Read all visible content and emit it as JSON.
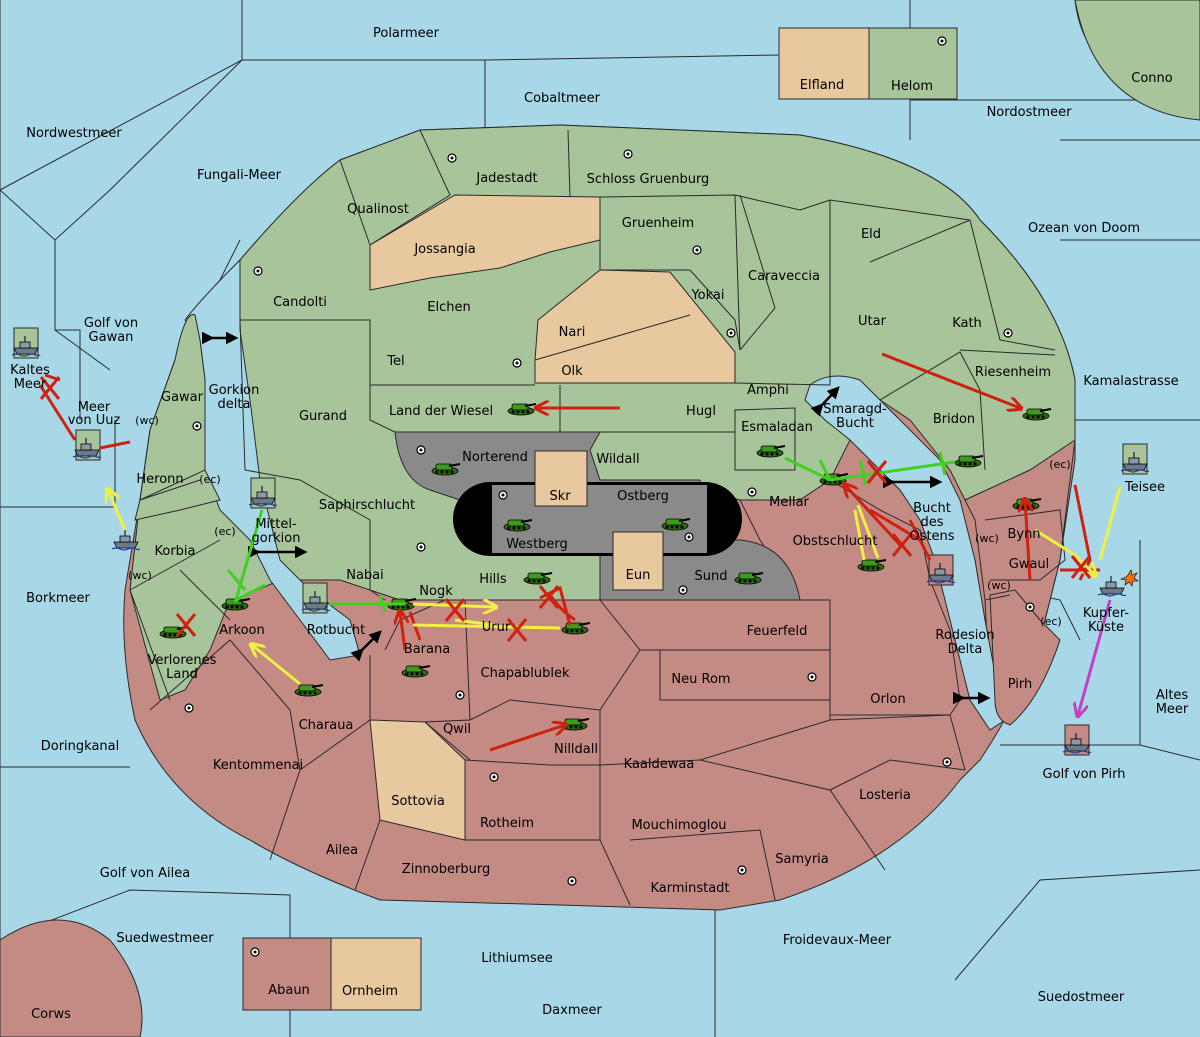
{
  "colors": {
    "sea": "#a8d8e8",
    "green_power": "#a8c49a",
    "red_power": "#c48a84",
    "neutral": "#e8c89e",
    "impassable": "#8a8a8a",
    "order_red": "#d02010",
    "order_yellow": "#f0f040",
    "order_green": "#40d020",
    "order_magenta": "#c040c0"
  },
  "icons": [
    "army-icon",
    "fleet-icon",
    "supply-center-icon",
    "double-arrow-icon",
    "cross-icon",
    "burst-icon"
  ],
  "seas": {
    "polarmeer": "Polarmeer",
    "cobaltmeer": "Cobaltmeer",
    "nordwestmeer": "Nordwestmeer",
    "fungali": "Fungali-Meer",
    "nordostmeer": "Nordostmeer",
    "conno": "Conno",
    "ozean": "Ozean von Doom",
    "kamalastrasse": "Kamalastrasse",
    "golf_gawan_1": "Golf von",
    "golf_gawan_2": "Gawan",
    "kaltes_1": "Kaltes",
    "kaltes_2": "Meer",
    "meer_uuz_1": "Meer",
    "meer_uuz_2": "von Uuz",
    "gorkion_delta_1": "Gorkion",
    "gorkion_delta_2": "delta",
    "smaragd_1": "Smaragd-",
    "smaragd_2": "Bucht",
    "bucht_1": "Bucht",
    "bucht_2": "des",
    "bucht_3": "Ostens",
    "mittel_1": "Mittel-",
    "mittel_2": "gorkion",
    "borkmeer": "Borkmeer",
    "rotbucht": "Rotbucht",
    "rodesion_1": "Rodesion",
    "rodesion_2": "Delta",
    "altes_1": "Altes",
    "altes_2": "Meer",
    "golf_pirh": "Golf von Pirh",
    "doringkanal": "Doringkanal",
    "golf_ailea": "Golf von Ailea",
    "suedwestmeer": "Suedwestmeer",
    "lithiumsee": "Lithiumsee",
    "froidevaux": "Froidevaux-Meer",
    "suedostmeer": "Suedostmeer",
    "daxmeer": "Daxmeer",
    "corws": "Corws"
  },
  "lands": {
    "elfland": "Elfland",
    "helom": "Helom",
    "jadestadt": "Jadestadt",
    "schloss": "Schloss Gruenburg",
    "qualinost": "Qualinost",
    "gruenheim": "Gruenheim",
    "eld": "Eld",
    "jossangia": "Jossangia",
    "candolti": "Candolti",
    "caraveccia": "Caraveccia",
    "elchen": "Elchen",
    "yokai": "Yokai",
    "utar": "Utar",
    "kath": "Kath",
    "nari": "Nari",
    "tel": "Tel",
    "olk": "Olk",
    "amphi": "Amphi",
    "riesenheim": "Riesenheim",
    "gurand": "Gurand",
    "land_wiesel": "Land der Wiesel",
    "hugl": "Hugl",
    "esmaladan": "Esmaladan",
    "bridon": "Bridon",
    "gawar": "Gawar",
    "norterend": "Norterend",
    "wildall": "Wildall",
    "heronn": "Heronn",
    "skr": "Skr",
    "ostberg": "Ostberg",
    "mellar": "Mellar",
    "saphir": "Saphirschlucht",
    "westberg": "Westberg",
    "obstschlucht": "Obstschlucht",
    "korbia": "Korbia",
    "bynn": "Bynn",
    "nabai": "Nabai",
    "eun": "Eun",
    "gwaul": "Gwaul",
    "nogk": "Nogk",
    "hills": "Hills",
    "sund": "Sund",
    "kupfer_1": "Kupfer-",
    "kupfer_2": "Küste",
    "arkoon": "Arkoon",
    "urur": "Urur",
    "feuerfeld": "Feuerfeld",
    "verlorenes_1": "Verlorenes",
    "verlorenes_2": "Land",
    "barana": "Barana",
    "chapablublek": "Chapablublek",
    "neu_rom": "Neu Rom",
    "pirh": "Pirh",
    "orlon": "Orlon",
    "charaua": "Charaua",
    "qwil": "Qwil",
    "nilldall": "Nilldall",
    "kentommenai": "Kentommenai",
    "kaaldewaa": "Kaaldewaa",
    "sottovia": "Sottovia",
    "losteria": "Losteria",
    "rotheim": "Rotheim",
    "mouchimoglou": "Mouchimoglou",
    "ailea": "Ailea",
    "samyria": "Samyria",
    "zinnoberburg": "Zinnoberburg",
    "karminstadt": "Karminstadt",
    "abaun": "Abaun",
    "ornheim": "Ornheim"
  },
  "coast_tags": {
    "wc": "(wc)",
    "ec": "(ec)"
  }
}
